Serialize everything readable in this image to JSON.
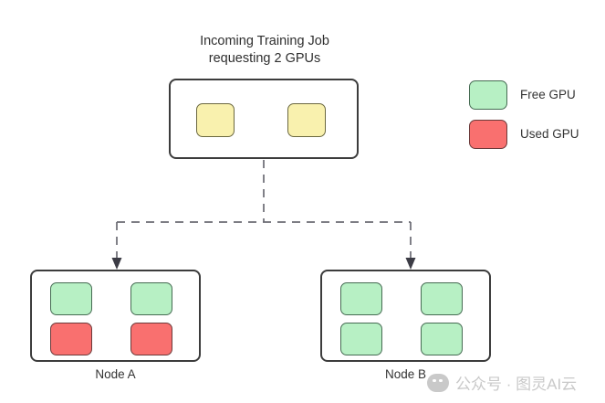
{
  "diagram": {
    "title_line1": "Incoming Training Job",
    "title_line2": "requesting 2 GPUs",
    "job_box": {
      "gpu_slots": [
        {
          "label": "requested-gpu-1",
          "state": "requested"
        },
        {
          "label": "requested-gpu-2",
          "state": "requested"
        }
      ]
    },
    "nodes": [
      {
        "label": "Node A",
        "gpus": [
          {
            "state": "free"
          },
          {
            "state": "free"
          },
          {
            "state": "used"
          },
          {
            "state": "used"
          }
        ]
      },
      {
        "label": "Node B",
        "gpus": [
          {
            "state": "free"
          },
          {
            "state": "free"
          },
          {
            "state": "free"
          },
          {
            "state": "free"
          }
        ]
      }
    ],
    "legend": {
      "items": [
        {
          "label": "Free GPU",
          "color": "#b7f0c4",
          "state": "free"
        },
        {
          "label": "Used GPU",
          "color": "#f9706f",
          "state": "used"
        }
      ]
    },
    "colors": {
      "free_gpu": "#b7f0c4",
      "used_gpu": "#f9706f",
      "requested_gpu": "#f9f1ae",
      "box_border": "#3c3c3c",
      "connector": "#6b6b73",
      "background": "#ffffff",
      "text": "#2f2f2f"
    }
  },
  "watermark": {
    "text": "公众号 · 图灵AI云"
  }
}
